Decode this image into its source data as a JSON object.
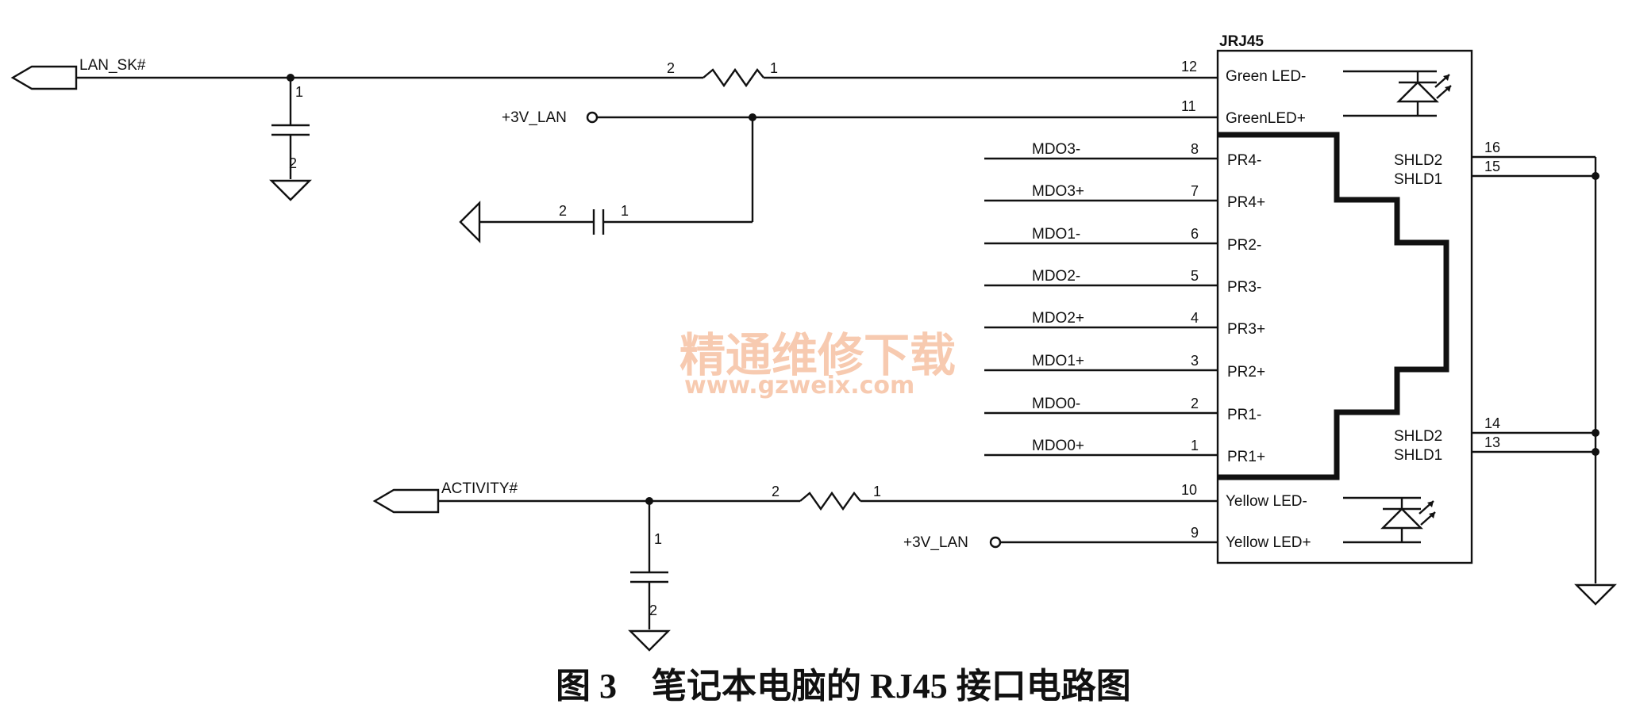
{
  "connector": {
    "ref": "JRJ45",
    "pins_left": [
      {
        "num": "12",
        "name": "Green LED-"
      },
      {
        "num": "11",
        "name": "GreenLED+"
      },
      {
        "num": "8",
        "name": "PR4-"
      },
      {
        "num": "7",
        "name": "PR4+"
      },
      {
        "num": "6",
        "name": "PR2-"
      },
      {
        "num": "5",
        "name": "PR3-"
      },
      {
        "num": "4",
        "name": "PR3+"
      },
      {
        "num": "3",
        "name": "PR2+"
      },
      {
        "num": "2",
        "name": "PR1-"
      },
      {
        "num": "1",
        "name": "PR1+"
      },
      {
        "num": "10",
        "name": "Yellow LED-"
      },
      {
        "num": "9",
        "name": "Yellow LED+"
      }
    ],
    "pins_right": [
      {
        "num": "16",
        "name": "SHLD2"
      },
      {
        "num": "15",
        "name": "SHLD1"
      },
      {
        "num": "14",
        "name": "SHLD2"
      },
      {
        "num": "13",
        "name": "SHLD1"
      }
    ]
  },
  "nets": {
    "lan_sk": "LAN_SK#",
    "activity": "ACTIVITY#",
    "v3_lan_top": "+3V_LAN",
    "v3_lan_bottom": "+3V_LAN",
    "mdo": [
      "MDO3-",
      "MDO3+",
      "MDO1-",
      "MDO2-",
      "MDO2+",
      "MDO1+",
      "MDO0-",
      "MDO0+"
    ]
  },
  "components": {
    "r_top": {
      "pin_a": "2",
      "pin_b": "1"
    },
    "c_top": {
      "pin_a": "1",
      "pin_b": "2"
    },
    "c_mid": {
      "pin_a": "2",
      "pin_b": "1"
    },
    "r_bottom": {
      "pin_a": "2",
      "pin_b": "1"
    },
    "c_bottom": {
      "pin_a": "1",
      "pin_b": "2"
    }
  },
  "watermark": {
    "line1": "精通维修下载",
    "line2": "www.gzweix.com"
  },
  "caption": "图 3　笔记本电脑的 RJ45 接口电路图"
}
